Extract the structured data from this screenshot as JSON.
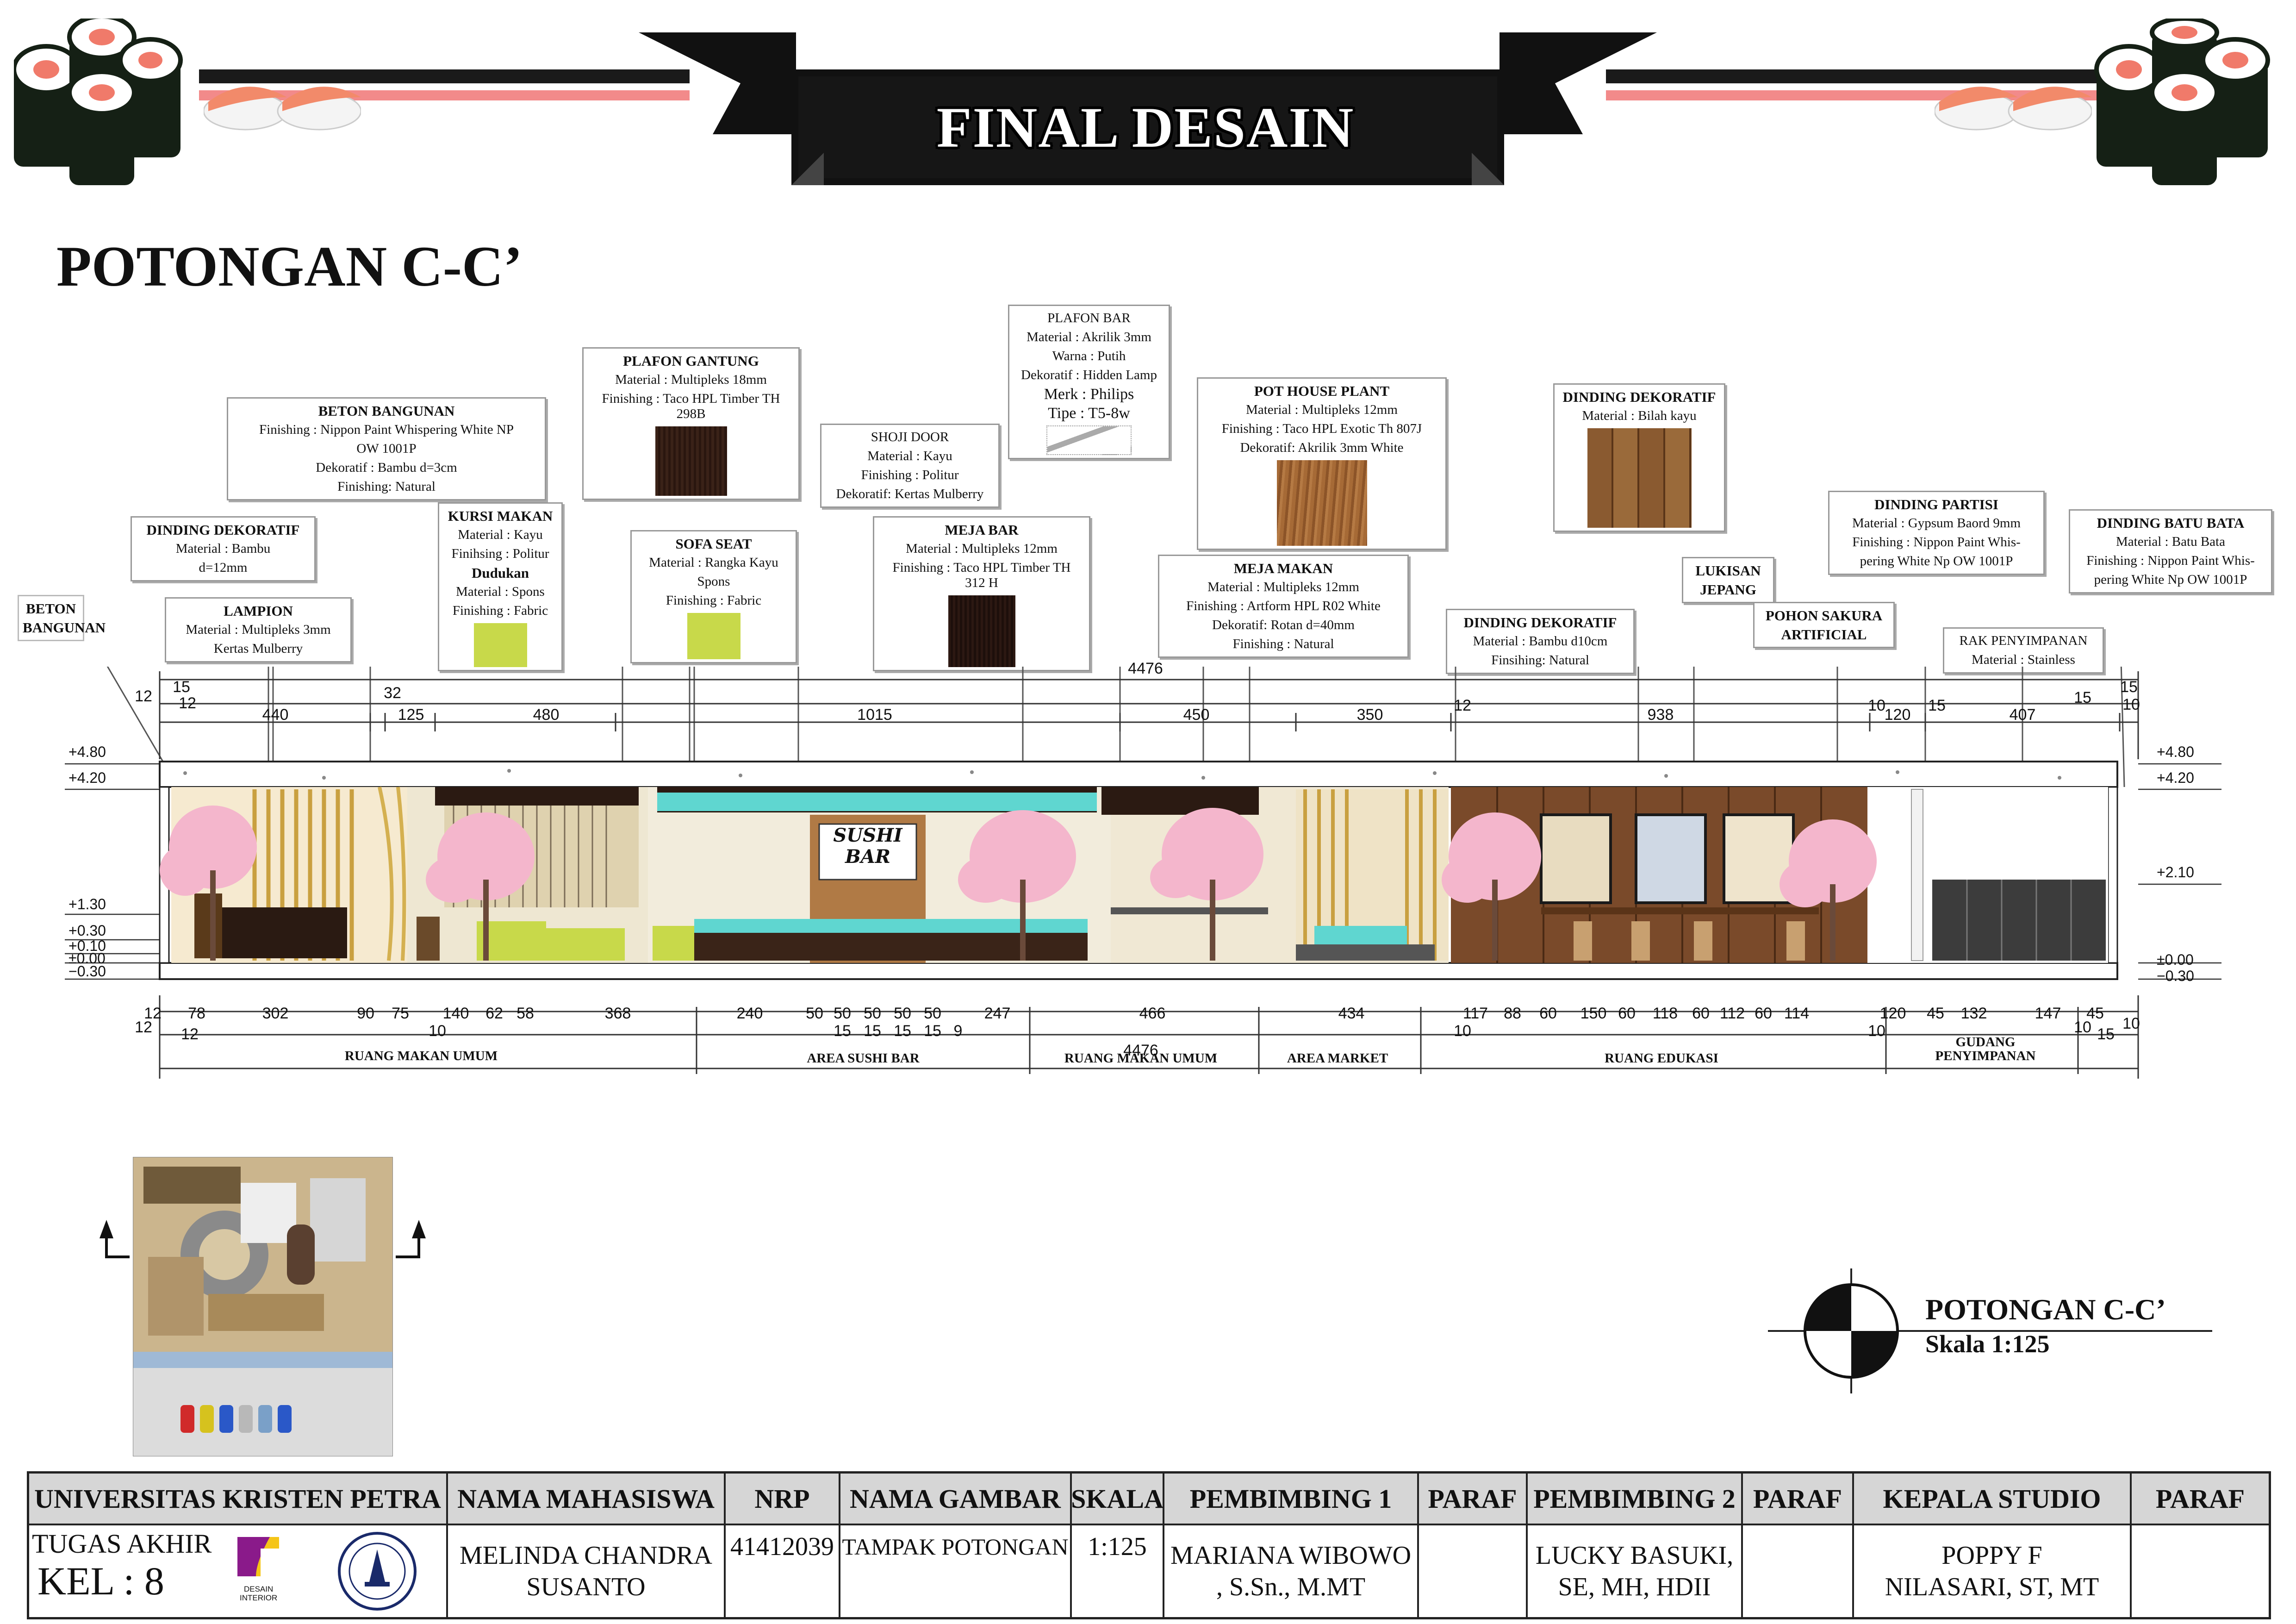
{
  "header": {
    "title": "FINAL DESAIN"
  },
  "section": {
    "title": "POTONGAN C-C’"
  },
  "callouts": {
    "beton_bangunan_left": {
      "title": "BETON BANGUNAN",
      "lines": []
    },
    "dinding_dekoratif_1": {
      "title": "DINDING DEKORATIF",
      "lines": [
        "Material : Bambu",
        "d=12mm"
      ]
    },
    "beton_bangunan_top": {
      "title": "BETON BANGUNAN",
      "lines": [
        "Finishing : Nippon Paint Whispering White NP",
        "OW 1001P",
        "Dekoratif : Bambu d=3cm",
        "Finishing: Natural"
      ]
    },
    "lampion": {
      "title": "LAMPION",
      "lines": [
        "Material : Multipleks 3mm",
        "Kertas Mulberry"
      ]
    },
    "kursi_makan": {
      "title": "KURSI MAKAN",
      "lines": [
        "Material : Kayu",
        "Finihsing : Politur"
      ],
      "subtitle": "Dudukan",
      "lines2": [
        "Material : Spons",
        "Finishing : Fabric"
      ]
    },
    "plafon_gantung": {
      "title": "PLAFON GANTUNG",
      "lines": [
        "Material : Multipleks 18mm",
        "Finishing : Taco HPL Timber TH",
        "298B"
      ]
    },
    "sofa_seat": {
      "title": "SOFA SEAT",
      "lines": [
        "Material : Rangka Kayu",
        "Spons",
        "Finishing : Fabric"
      ]
    },
    "shoji_door": {
      "title": "SHOJI DOOR",
      "lines": [
        "Material : Kayu",
        "Finishing : Politur",
        "Dekoratif: Kertas Mulberry"
      ]
    },
    "plafon_bar": {
      "title": "PLAFON BAR",
      "lines": [
        "Material : Akrilik 3mm",
        "Warna : Putih",
        "Dekoratif : Hidden Lamp",
        "Merk : Philips",
        "Tipe : T5-8w"
      ]
    },
    "meja_bar": {
      "title": "MEJA BAR",
      "lines": [
        "Material : Multipleks 12mm",
        "Finishing : Taco HPL Timber TH",
        "312 H"
      ]
    },
    "pot_house_plant": {
      "title": "POT HOUSE PLANT",
      "lines": [
        "Material : Multipleks 12mm",
        "Finishing : Taco HPL Exotic Th 807J",
        "Dekoratif: Akrilik 3mm White"
      ]
    },
    "meja_makan": {
      "title": "MEJA MAKAN",
      "lines": [
        "Material : Multipleks 12mm",
        "Finishing : Artform HPL R02 White",
        "Dekoratif: Rotan d=40mm",
        "Finishing : Natural"
      ]
    },
    "dinding_dekoratif_2": {
      "title": "DINDING DEKORATIF",
      "lines": [
        "Material : Bilah kayu"
      ]
    },
    "dinding_dekoratif_3": {
      "title": "DINDING DEKORATIF",
      "lines": [
        "Material : Bambu d10cm",
        "Finsihing: Natural"
      ]
    },
    "lukisan_jepang": {
      "title": "LUKISAN JEPANG",
      "lines": []
    },
    "pohon_sakura": {
      "title": "POHON SAKURA ARTIFICIAL",
      "lines": []
    },
    "dinding_partisi": {
      "title": "DINDING PARTISI",
      "lines": [
        "Material : Gypsum Baord  9mm",
        "Finishing : Nippon Paint Whis-",
        "pering White Np OW 1001P"
      ]
    },
    "dinding_batu_bata": {
      "title": "DINDING BATU BATA",
      "lines": [
        "Material : Batu Bata",
        "Finishing : Nippon Paint Whis-",
        "pering White Np OW 1001P"
      ]
    },
    "rak_penyimpanan": {
      "title": "RAK PENYIMPANAN",
      "lines": [
        "Material : Stainless"
      ]
    }
  },
  "section_drawing": {
    "total_width": "4476",
    "top_dims": [
      "12",
      "15",
      "12",
      "440",
      "32",
      "125",
      "480",
      "1015",
      "450",
      "350",
      "12",
      "938",
      "10",
      "120",
      "15",
      "407",
      "15",
      "15",
      "10"
    ],
    "bottom_dims": [
      "12",
      "78",
      "302",
      "90",
      "75",
      "140",
      "62",
      "58",
      "368",
      "240",
      "50",
      "50",
      "50",
      "50",
      "50",
      "247",
      "466",
      "434",
      "117",
      "88",
      "60",
      "150",
      "60",
      "118",
      "60",
      "112",
      "60",
      "114",
      "120",
      "45",
      "132",
      "147",
      "45"
    ],
    "bottom_dims_row2": [
      "12",
      "12",
      "10",
      "15",
      "15",
      "15",
      "15",
      "9",
      "10",
      "10",
      "10",
      "15",
      "10"
    ],
    "levels_left": [
      "+4.80",
      "+4.20",
      "+1.30",
      "+0.30",
      "+0.10",
      "±0.00",
      "−0.30"
    ],
    "levels_right": [
      "+4.80",
      "+4.20",
      "+2.10",
      "±0.00",
      "−0.30"
    ],
    "zones": [
      "RUANG MAKAN UMUM",
      "AREA SUSHI BAR",
      "RUANG MAKAN UMUM",
      "AREA MARKET",
      "RUANG EDUKASI",
      "GUDANG",
      "PENYIMPANAN"
    ],
    "overall_bottom": "4476",
    "signage": [
      "SUSHI",
      "BAR"
    ]
  },
  "legend": {
    "title": "POTONGAN C-C’",
    "scale": "Skala 1:125"
  },
  "title_block": {
    "headers": [
      "UNIVERSITAS KRISTEN PETRA",
      "NAMA MAHASISWA",
      "NRP",
      "NAMA GAMBAR",
      "SKALA",
      "PEMBIMBING 1",
      "PARAF",
      "PEMBIMBING 2",
      "PARAF",
      "KEPALA STUDIO",
      "PARAF"
    ],
    "tugas": "TUGAS AKHIR",
    "kel": "KEL : 8",
    "logo_text": [
      "DESAIN",
      "INTERIOR"
    ],
    "nama": [
      "MELINDA CHANDRA",
      "SUSANTO"
    ],
    "nrp": "41412039",
    "gambar": "TAMPAK POTONGAN",
    "skala": "1:125",
    "pembimbing1": [
      "MARIANA WIBOWO",
      ", S.Sn., M.MT"
    ],
    "pembimbing2": [
      "LUCKY BASUKI,",
      "SE, MH, HDII"
    ],
    "kepala": [
      "POPPY F",
      "NILASARI, ST, MT"
    ]
  },
  "colors": {
    "sakura": "#f4b6cc",
    "wood_dark": "#2b1a12",
    "wood_mid": "#7a4a2a",
    "wood_light": "#b07a45",
    "bamboo": "#c9a040",
    "teal": "#5fd6d0",
    "sofa": "#c8d94a",
    "ribbon_dark": "#1a1a1a",
    "ribbon_pink": "#f28a8a"
  }
}
